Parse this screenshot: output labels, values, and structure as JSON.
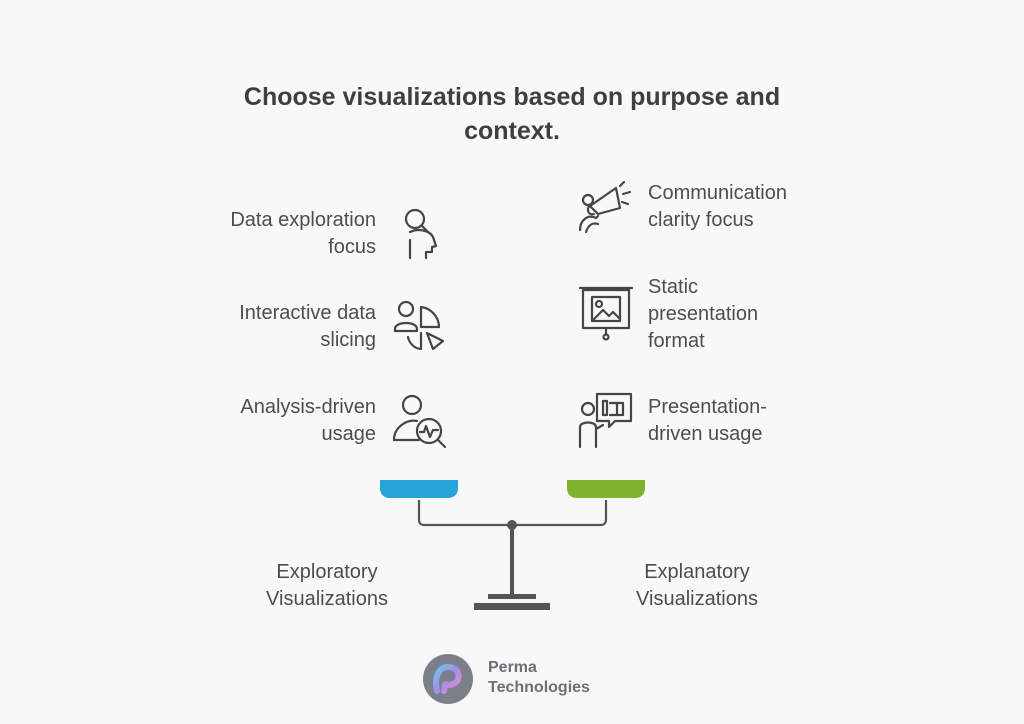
{
  "title": "Choose visualizations based on purpose and context.",
  "left_items": [
    {
      "line1": "Data exploration",
      "line2": "focus",
      "icon": "person-head-search-icon"
    },
    {
      "line1": "Interactive data",
      "line2": "slicing",
      "icon": "person-pie-chart-icon"
    },
    {
      "line1": "Analysis-driven",
      "line2": "usage",
      "icon": "person-magnifier-icon"
    }
  ],
  "right_items": [
    {
      "line1": "Communication",
      "line2": "clarity focus",
      "icon": "megaphone-icon"
    },
    {
      "line1": "Static",
      "line2": "presentation",
      "line3": "format",
      "icon": "presentation-board-icon"
    },
    {
      "line1": "Presentation-",
      "line2": "driven usage",
      "icon": "person-speech-bubble-icon"
    }
  ],
  "scale": {
    "left_label_line1": "Exploratory",
    "left_label_line2": "Visualizations",
    "right_label_line1": "Explanatory",
    "right_label_line2": "Visualizations",
    "left_color": "#26a3d9",
    "right_color": "#7fb32b"
  },
  "footer": {
    "line1": "Perma",
    "line2": "Technologies",
    "logo": "perma-logo"
  }
}
